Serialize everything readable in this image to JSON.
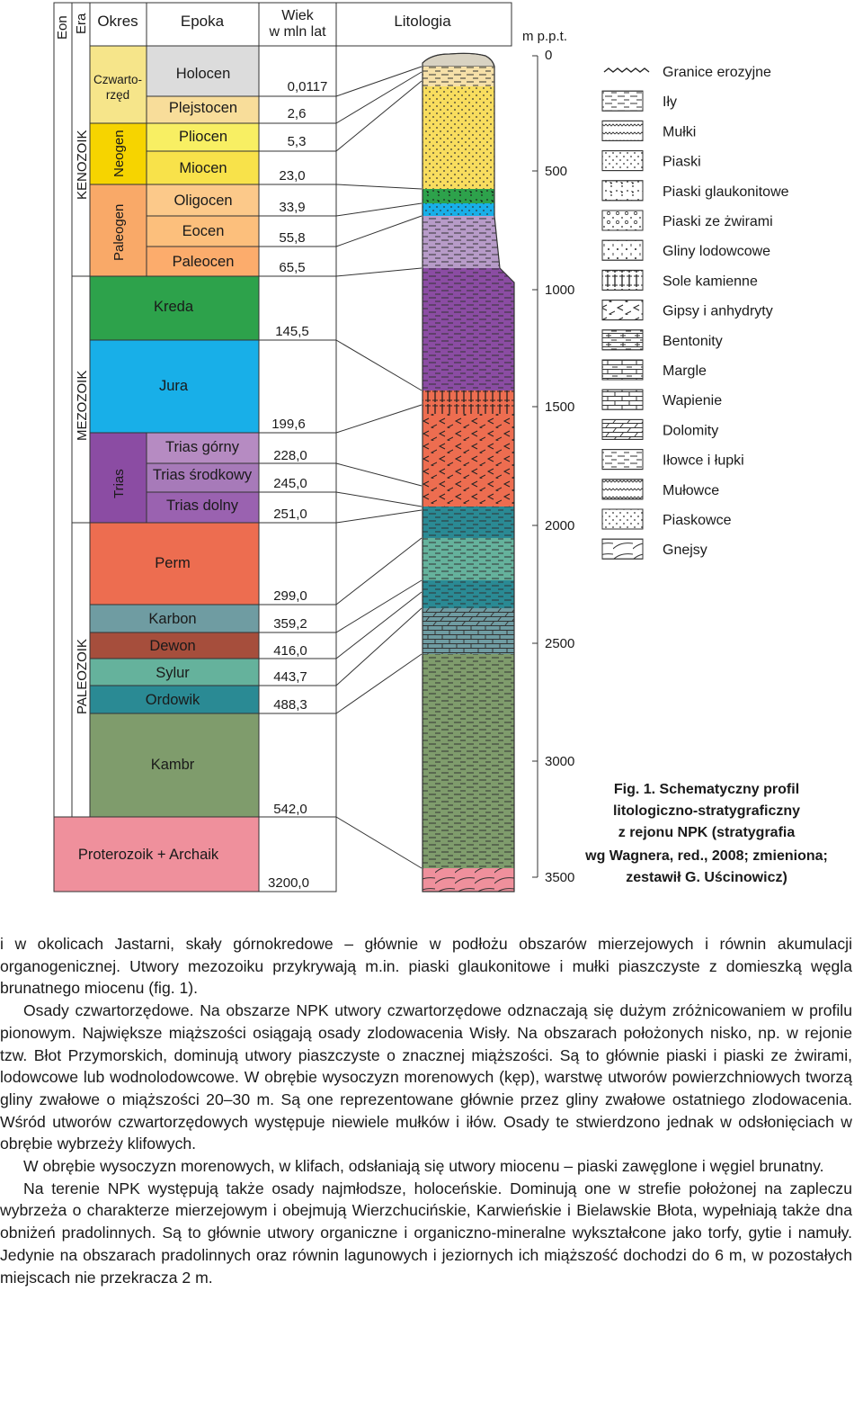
{
  "header": {
    "eon": "Eon",
    "era": "Era",
    "period": "Okres",
    "epoch": "Epoka",
    "age": "Wiek w mln lat",
    "lithology": "Litologia",
    "depth_unit": "m p.p.t."
  },
  "eons": [
    "Proterozoik + Archaik"
  ],
  "eras": [
    "KENOZOIK",
    "MEZOZOIK",
    "PALEOZOIK"
  ],
  "periods": {
    "quaternary": "Czwartorzęd",
    "neogene": "Neogen",
    "paleogene": "Paleogen",
    "cretaceous": "Kreda",
    "jurassic": "Jura",
    "triassic": "Trias",
    "permian": "Perm",
    "carboniferous": "Karbon",
    "devonian": "Dewon",
    "silurian": "Sylur",
    "ordovician": "Ordowik",
    "cambrian": "Kambr"
  },
  "epochs": {
    "holocene": "Holocen",
    "pleistocene": "Plejstocen",
    "pliocene": "Pliocen",
    "miocene": "Miocen",
    "oligocene": "Oligocen",
    "eocene": "Eocen",
    "paleocene": "Paleocen",
    "trias_upper": "Trias górny",
    "trias_middle": "Trias środkowy",
    "trias_lower": "Trias dolny"
  },
  "ages": [
    "0,0117",
    "2,6",
    "5,3",
    "23,0",
    "33,9",
    "55,8",
    "65,5",
    "145,5",
    "199,6",
    "228,0",
    "245,0",
    "251,0",
    "299,0",
    "359,2",
    "416,0",
    "443,7",
    "488,3",
    "542,0",
    "3200,0"
  ],
  "depth_ticks": [
    "0",
    "500",
    "1000",
    "1500",
    "2000",
    "2500",
    "3000",
    "3500"
  ],
  "legend": [
    {
      "label": "Granice erozyjne",
      "icon": "erosion-boundary-symbol"
    },
    {
      "label": "Iły",
      "icon": "clay-pattern"
    },
    {
      "label": "Mułki",
      "icon": "silt-pattern"
    },
    {
      "label": "Piaski",
      "icon": "sand-pattern"
    },
    {
      "label": "Piaski glaukonitowe",
      "icon": "glauconitic-sand-pattern"
    },
    {
      "label": "Piaski ze żwirami",
      "icon": "sand-gravel-pattern"
    },
    {
      "label": "Gliny lodowcowe",
      "icon": "till-pattern"
    },
    {
      "label": "Sole kamienne",
      "icon": "rock-salt-pattern"
    },
    {
      "label": "Gipsy i anhydryty",
      "icon": "gypsum-pattern"
    },
    {
      "label": "Bentonity",
      "icon": "bentonite-pattern"
    },
    {
      "label": "Margle",
      "icon": "marl-pattern"
    },
    {
      "label": "Wapienie",
      "icon": "limestone-pattern"
    },
    {
      "label": "Dolomity",
      "icon": "dolomite-pattern"
    },
    {
      "label": "Iłowce i łupki",
      "icon": "claystone-pattern"
    },
    {
      "label": "Mułowce",
      "icon": "siltstone-pattern"
    },
    {
      "label": "Piaskowce",
      "icon": "sandstone-pattern"
    },
    {
      "label": "Gnejsy",
      "icon": "gneiss-pattern"
    }
  ],
  "caption": [
    "Fig. 1. Schematyczny profil",
    "litologiczno-stratygraficzny",
    "z rejonu NPK (stratygrafia",
    "wg Wagnera, red., 2008; zmieniona;",
    "zestawił G. Uścinowicz)"
  ],
  "colors": {
    "quaternary": "#f6e58a",
    "holocene": "#dcdcdc",
    "pleistocene": "#f8dd9a",
    "neogene": "#f6d400",
    "pliocene": "#f8ef63",
    "miocene": "#f8e24a",
    "paleogene": "#f9a968",
    "oligocene": "#fcc98a",
    "eocene": "#fcbf7c",
    "paleocene": "#fcac6c",
    "cretaceous": "#2da24b",
    "jurassic": "#18afe8",
    "triassic": "#8b4ca3",
    "trias_upper": "#b68bc2",
    "trias_middle": "#a77ab9",
    "trias_lower": "#9a62b0",
    "permian": "#ed6d50",
    "carboniferous": "#6f9ca2",
    "devonian": "#a64e3c",
    "silurian": "#65b29c",
    "ordovician": "#2a8a94",
    "cambrian": "#7f9c6c",
    "proterozoic": "#ef909c"
  },
  "paragraphs": [
    "i w okolicach Jastarni, skały górnokredowe – głównie w podłożu obszarów mierzejowych i równin akumulacji organogenicznej. Utwory mezozoiku przykrywają m.in. piaski glaukonitowe i mułki piaszczyste z domieszką węgla brunatnego miocenu (fig. 1).",
    "Osady czwartorzędowe. Na obszarze NPK utwory czwartorzędowe odznaczają się dużym zróżnicowaniem w profilu pionowym. Największe miąższości osiągają osady zlodowacenia Wisły. Na obszarach położonych nisko, np. w rejonie tzw. Błot Przymorskich, dominują utwory piaszczyste o znacznej miąższości. Są to głównie piaski i piaski ze żwirami, lodowcowe lub wodnolodowcowe. W obrębie wysoczyzn morenowych (kęp), warstwę utworów powierzchniowych tworzą gliny zwałowe o miąższości 20–30 m. Są one reprezentowane głównie przez gliny zwałowe ostatniego zlodowacenia. Wśród utworów czwartorzędowych występuje niewiele mułków i iłów. Osady te stwierdzono jednak w odsłonięciach w obrębie wybrzeży klifowych.",
    "W obrębie wysoczyzn morenowych, w klifach, odsłaniają się utwory miocenu – piaski zawęglone i węgiel brunatny.",
    "Na terenie NPK występują także osady najmłodsze, holoceńskie. Dominują one w strefie położonej na zapleczu wybrzeża o charakterze mierzejowym i obejmują Wierzchucińskie, Karwieńskie i Bielawskie Błota, wypełniają także dna obniżeń pradolinnych. Są to głównie utwory organiczne i organiczno-mineralne wykształcone jako torfy, gytie i namuły. Jedynie na obszarach pradolinnych oraz równin lagunowych i jeziornych ich miąższość dochodzi do 6 m, w pozostałych miejscach nie przekracza 2 m."
  ]
}
